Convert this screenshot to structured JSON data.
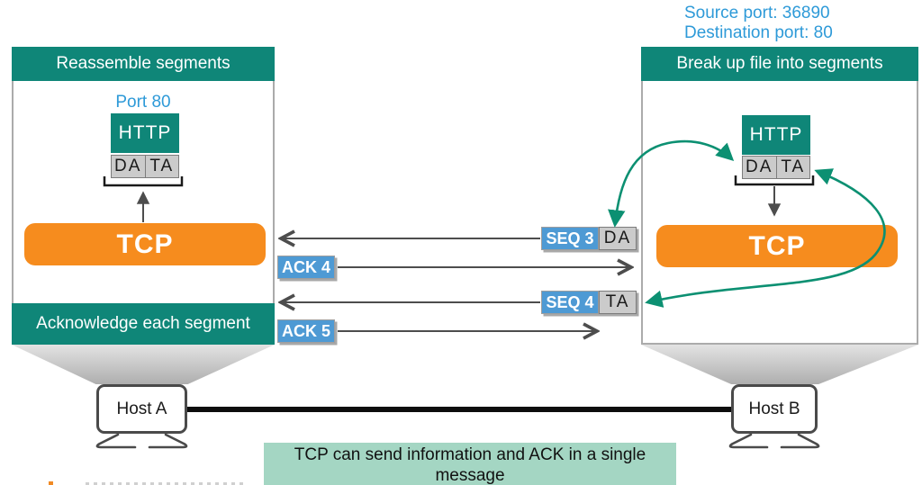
{
  "annotations": {
    "source_port": "Source port: 36890",
    "destination_port": "Destination port: 80"
  },
  "left_panel": {
    "header": "Reassemble segments",
    "port_label": "Port 80",
    "http_label": "HTTP",
    "data_cells": [
      "DA",
      "TA"
    ],
    "tcp_label": "TCP",
    "footer_note": "Acknowledge each segment"
  },
  "right_panel": {
    "header": "Break up file into segments",
    "http_label": "HTTP",
    "data_cells": [
      "DA",
      "TA"
    ],
    "tcp_label": "TCP"
  },
  "messages": [
    {
      "label": "SEQ 3",
      "payload": "DA",
      "direction": "to-host-a"
    },
    {
      "label": "ACK 4",
      "payload": "",
      "direction": "to-host-b"
    },
    {
      "label": "SEQ 4",
      "payload": "TA",
      "direction": "to-host-a"
    },
    {
      "label": "ACK 5",
      "payload": "",
      "direction": "to-host-b"
    }
  ],
  "hosts": {
    "host_a": "Host A",
    "host_b": "Host B"
  },
  "caption": "TCP can send information and ACK in a single message",
  "colors": {
    "teal": "#0f8678",
    "orange": "#f68c1e",
    "label_blue": "#4e9ad4",
    "text_blue": "#2e9ad8",
    "segment_gray": "#cbcbcb",
    "caption_bg": "#a4d6c3",
    "curve_teal": "#0c9072"
  }
}
